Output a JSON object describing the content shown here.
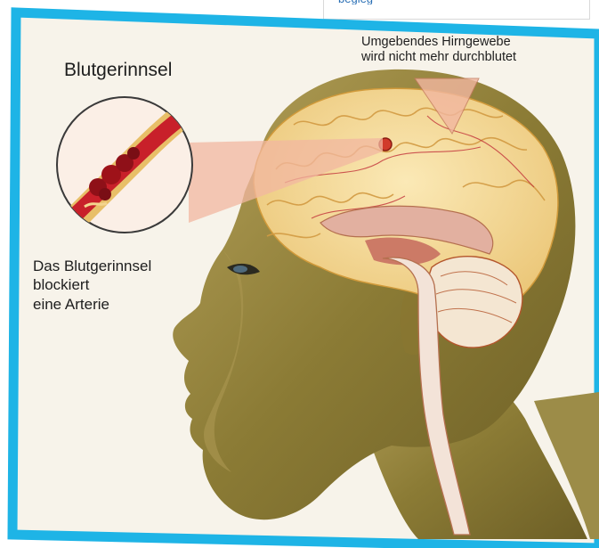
{
  "header_snippet": "begleg",
  "labels": {
    "clot_title": "Blutgerinnsel",
    "tissue_line1": "Umgebendes Hirngewebe",
    "tissue_line2": "wird nicht mehr durchblutet",
    "blocks_line1": "Das Blutgerinnsel",
    "blocks_line2": "blockiert",
    "blocks_line3": "eine Arterie"
  },
  "colors": {
    "frame_border": "#1eb4e6",
    "background": "#f7f3ea",
    "skin": "#8a7a3a",
    "brain": "#f3d58a",
    "blood": "#c8202a",
    "callout": "#f2b7a0"
  }
}
